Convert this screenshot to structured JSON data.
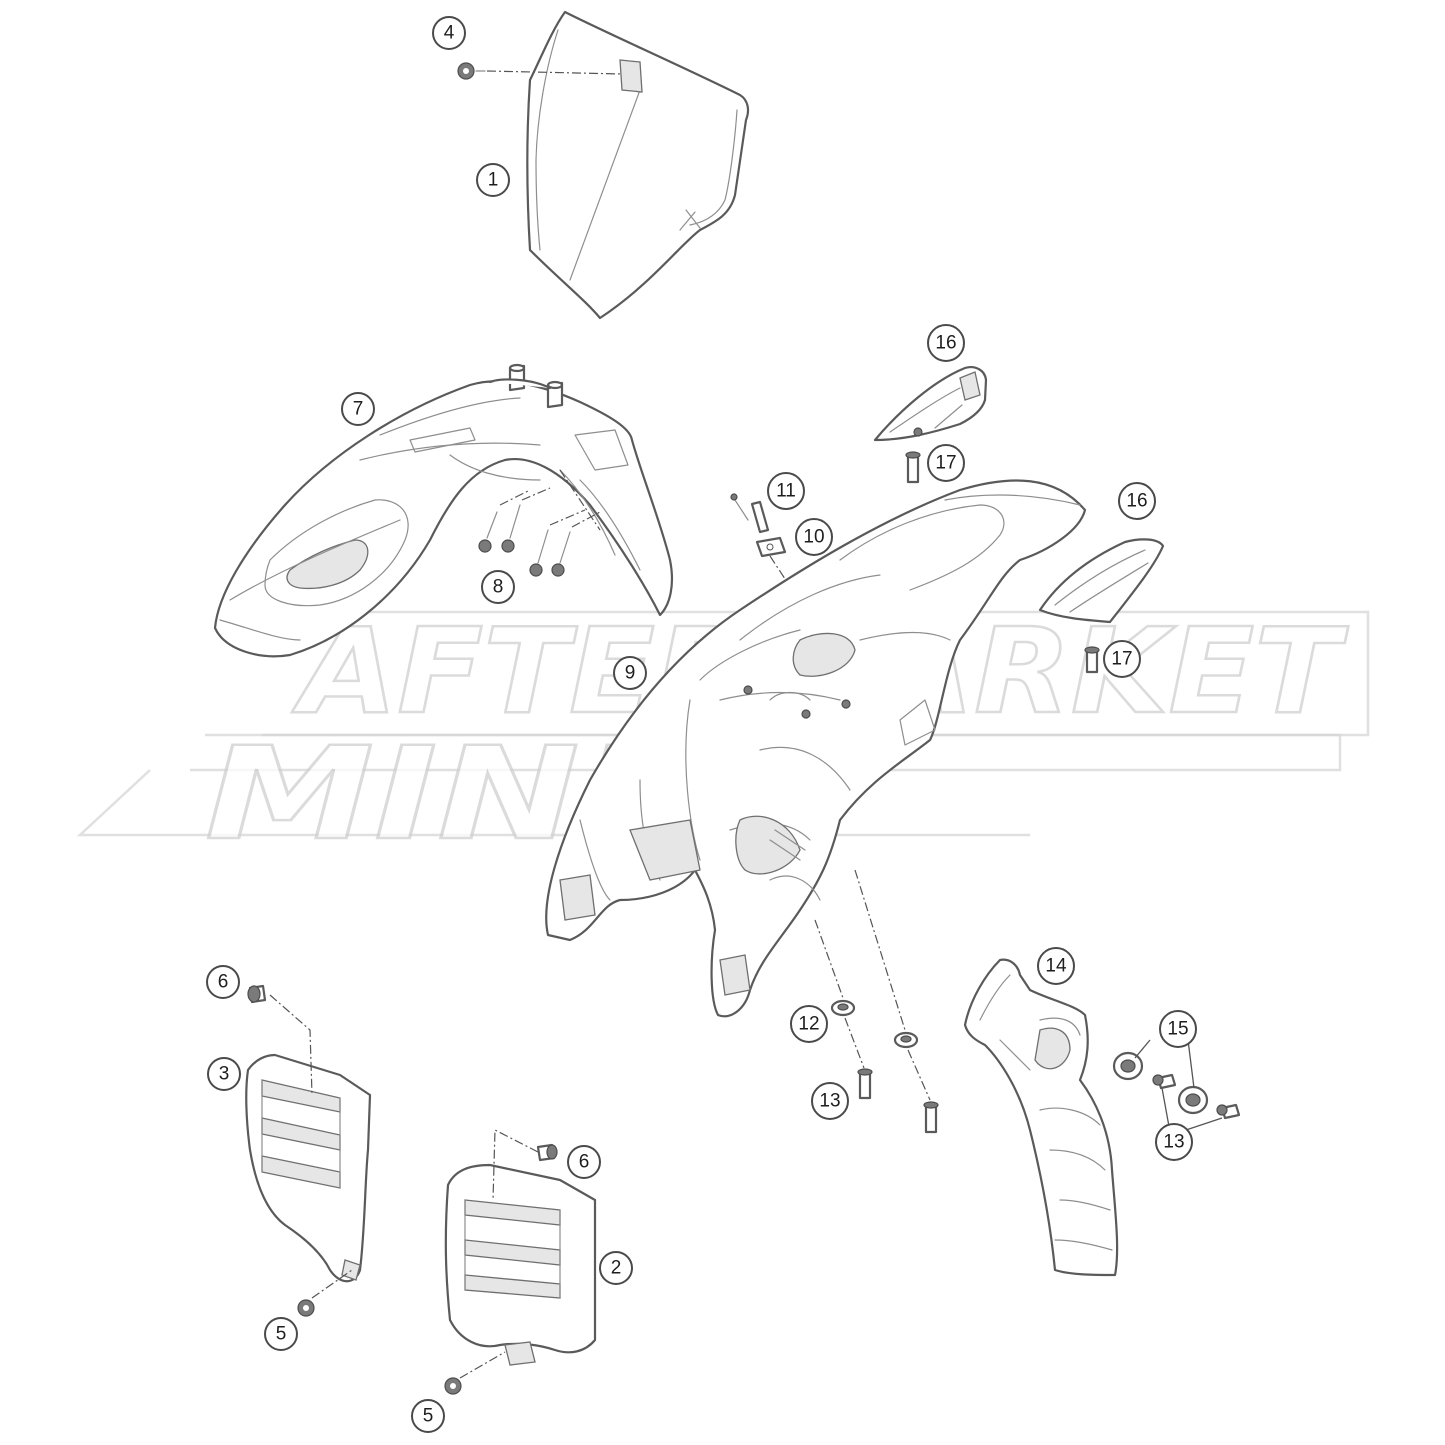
{
  "watermark": {
    "line1": "AFTERMARKET",
    "line2": "MINIS"
  },
  "callouts": [
    {
      "id": "c4a",
      "label": "4"
    },
    {
      "id": "c1",
      "label": "1"
    },
    {
      "id": "c7",
      "label": "7"
    },
    {
      "id": "c8",
      "label": "8"
    },
    {
      "id": "c16a",
      "label": "16"
    },
    {
      "id": "c17a",
      "label": "17"
    },
    {
      "id": "c11",
      "label": "11"
    },
    {
      "id": "c10",
      "label": "10"
    },
    {
      "id": "c16b",
      "label": "16"
    },
    {
      "id": "c9",
      "label": "9"
    },
    {
      "id": "c17b",
      "label": "17"
    },
    {
      "id": "c6a",
      "label": "6"
    },
    {
      "id": "c3",
      "label": "3"
    },
    {
      "id": "c6b",
      "label": "6"
    },
    {
      "id": "c2",
      "label": "2"
    },
    {
      "id": "c5a",
      "label": "5"
    },
    {
      "id": "c5b",
      "label": "5"
    },
    {
      "id": "c12",
      "label": "12"
    },
    {
      "id": "c13a",
      "label": "13"
    },
    {
      "id": "c14",
      "label": "14"
    },
    {
      "id": "c15",
      "label": "15"
    },
    {
      "id": "c13b",
      "label": "13"
    }
  ]
}
